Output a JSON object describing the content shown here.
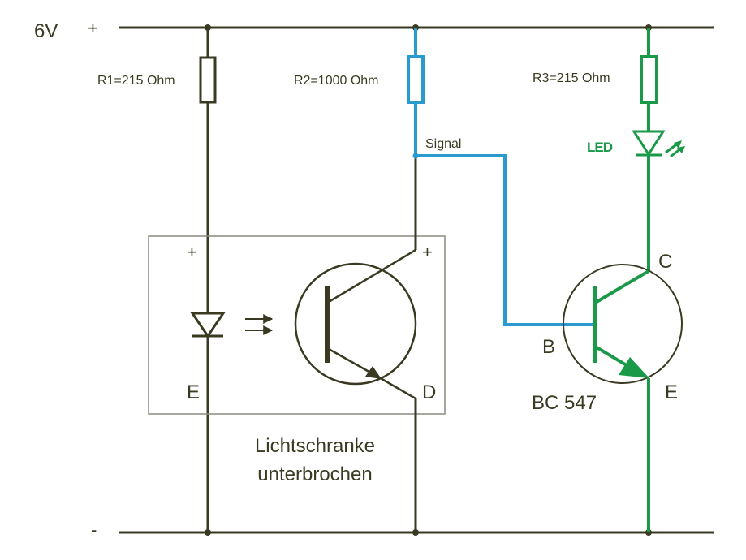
{
  "colors": {
    "wire_dark": "#3a3a22",
    "wire_blue": "#2a9bd0",
    "wire_green": "#1a9a48",
    "box_border": "#8a8a80",
    "background": "#ffffff"
  },
  "supply": {
    "voltage_label": "6V",
    "plus_label": "+",
    "minus_label": "-"
  },
  "resistors": [
    {
      "id": "R1",
      "label": "R1=215 Ohm"
    },
    {
      "id": "R2",
      "label": "R2=1000 Ohm"
    },
    {
      "id": "R3",
      "label": "R3=215 Ohm"
    }
  ],
  "signal_label": "Signal",
  "led": {
    "label": "LED"
  },
  "light_barrier": {
    "emitter_plus": "+",
    "emitter_label": "E",
    "detector_plus": "+",
    "detector_label": "D",
    "caption_line1": "Lichtschranke",
    "caption_line2": "unterbrochen"
  },
  "transistor": {
    "collector_label": "C",
    "base_label": "B",
    "emitter_label": "E",
    "part_label": "BC 547"
  }
}
